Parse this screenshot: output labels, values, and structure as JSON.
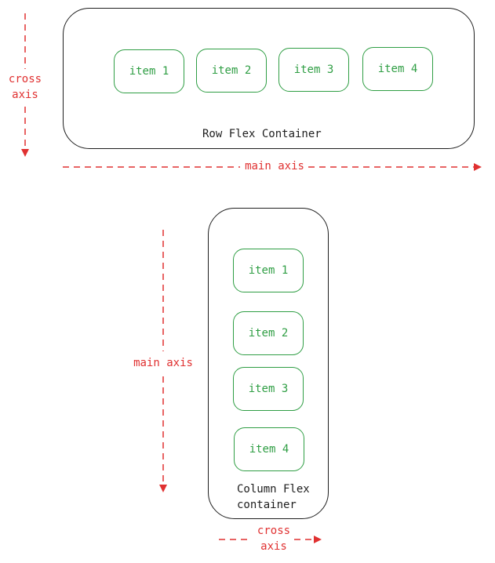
{
  "colors": {
    "axis": "#e03131",
    "item": "#2f9e44",
    "container": "#1e1e1e"
  },
  "row_container": {
    "label": "Row Flex Container",
    "items": [
      "item 1",
      "item 2",
      "item 3",
      "item 4"
    ]
  },
  "column_container": {
    "label_line1": "Column Flex",
    "label_line2": "container",
    "items": [
      "item 1",
      "item 2",
      "item 3",
      "item 4"
    ]
  },
  "axes": {
    "row_cross_line1": "cross",
    "row_cross_line2": "axis",
    "row_main": "main axis",
    "col_main": "main axis",
    "col_cross_line1": "cross",
    "col_cross_line2": "axis"
  }
}
